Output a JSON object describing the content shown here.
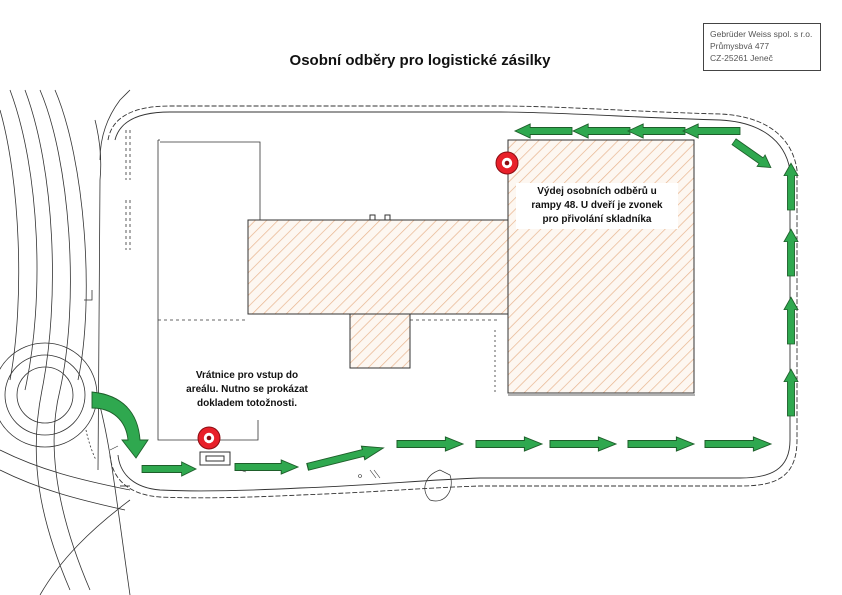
{
  "title": "Osobní odběry pro logistické zásilky",
  "address": {
    "line1": "Gebrüder Weiss spol. s r.o.",
    "line2": "Průmysbvá 477",
    "line3": "CZ-25261 Jeneč"
  },
  "labels": {
    "pickup": [
      "Výdej osobních odběrů u",
      "rampy 48. U dveří je zvonek",
      "pro přivolání skladníka"
    ],
    "gate": [
      "Vrátnice pro vstup do",
      "areálu. Nutno se prokázat",
      "dokladem totožnosti."
    ]
  },
  "colors": {
    "arrow_fill": "#2fa84f",
    "arrow_stroke": "#1e5e2a",
    "building_hatch": "#e8b48e",
    "line": "#333333",
    "marker": "#e8202a"
  },
  "icons": {
    "pickup_marker": "location-marker-icon",
    "gate_marker": "location-marker-icon",
    "route_arrow": "arrow-icon"
  }
}
